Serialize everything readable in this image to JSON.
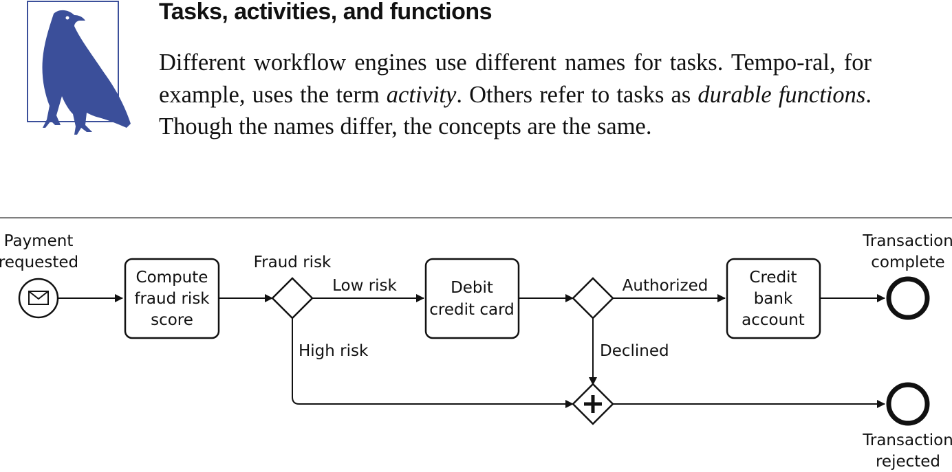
{
  "note": {
    "title": "Tasks, activities, and functions",
    "body_1": "Different workflow engines use different names for tasks. Tempo-ral, for example, uses the term ",
    "term_activity": "activity",
    "body_2": ". Others refer to tasks as ",
    "term_durable": "durable functions",
    "body_3": ". Though the names differ, the concepts are the same.",
    "icon": "crow-icon",
    "icon_color": "#3b4f9a"
  },
  "diagram": {
    "start_event": {
      "label_line1": "Payment",
      "label_line2": "requested",
      "icon": "envelope-icon"
    },
    "task_compute": {
      "line1": "Compute",
      "line2": "fraud risk",
      "line3": "score"
    },
    "gateway_fraud": {
      "label": "Fraud risk"
    },
    "edge_low_risk": "Low risk",
    "edge_high_risk": "High risk",
    "task_debit": {
      "line1": "Debit",
      "line2": "credit card"
    },
    "edge_authorized": "Authorized",
    "edge_declined": "Declined",
    "task_credit": {
      "line1": "Credit",
      "line2": "bank",
      "line3": "account"
    },
    "end_complete": {
      "label_line1": "Transaction",
      "label_line2": "complete"
    },
    "end_rejected": {
      "label_line1": "Transaction",
      "label_line2": "rejected"
    }
  }
}
